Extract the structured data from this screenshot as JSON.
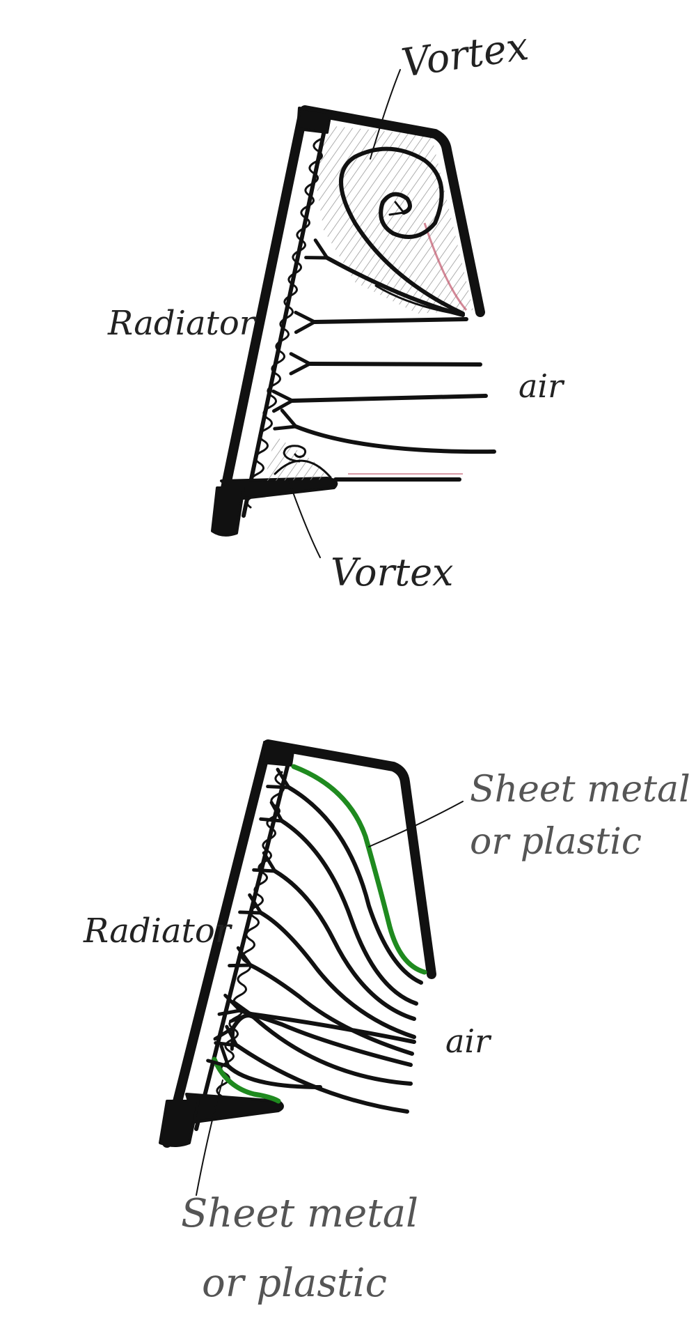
{
  "top_diagram": {
    "vortex_top_label": "Vortex",
    "radiator_label": "Radiator",
    "air_label": "air",
    "vortex_bottom_label": "Vortex"
  },
  "bottom_diagram": {
    "radiator_label": "Radiator",
    "air_label": "air",
    "sheet_top_label_line1": "Sheet metal",
    "sheet_top_label_line2": "or plastic",
    "sheet_bottom_label_line1": "Sheet metal",
    "sheet_bottom_label_line2": "or plastic"
  },
  "colors": {
    "ink": "#111111",
    "sheet_metal": "#1f8a1f",
    "vortex_tint": "#c0566b",
    "hatch": "#9a9a9a"
  }
}
